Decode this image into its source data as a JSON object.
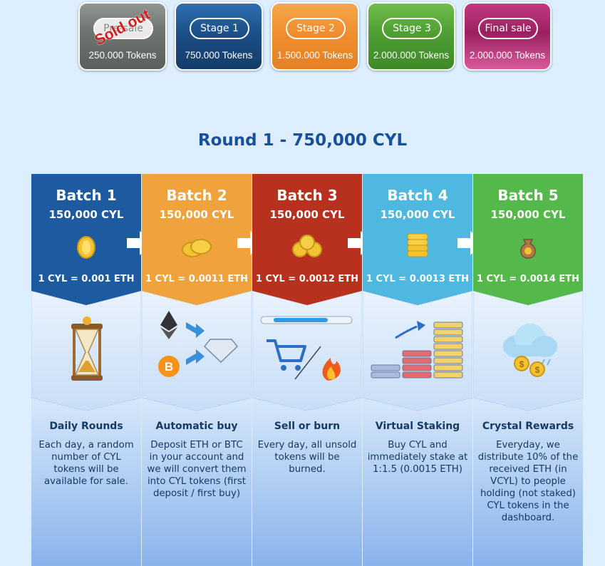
{
  "stages": [
    {
      "label": "Pre-sale",
      "tokens": "250.000 Tokens",
      "badge": "Sold out"
    },
    {
      "label": "Stage 1",
      "tokens": "750.000 Tokens"
    },
    {
      "label": "Stage 2",
      "tokens": "1.500.000 Tokens"
    },
    {
      "label": "Stage 3",
      "tokens": "2.000.000 Tokens"
    },
    {
      "label": "Final sale",
      "tokens": "2.000.000 Tokens"
    }
  ],
  "round": {
    "title": "Round 1 - 750,000 CYL"
  },
  "batches": [
    {
      "title": "Batch 1",
      "amount": "150,000 CYL",
      "price": "1 CYL = 0.001 ETH",
      "feature_title": "Daily Rounds",
      "feature_desc": "Each day, a random number of CYL tokens will be available for sale.",
      "color": "#1d5aa0",
      "icon": "hourglass-icon"
    },
    {
      "title": "Batch 2",
      "amount": "150,000 CYL",
      "price": "1 CYL = 0.0011 ETH",
      "feature_title": "Automatic buy",
      "feature_desc": "Deposit ETH or BTC in your account and we will convert them into CYL tokens (first deposit / first buy)",
      "color": "#f0a33c",
      "icon": "crypto-to-diamond-icon"
    },
    {
      "title": "Batch 3",
      "amount": "150,000 CYL",
      "price": "1 CYL = 0.0012 ETH",
      "feature_title": "Sell or burn",
      "feature_desc": "Every day, all unsold tokens will be burned.",
      "color": "#b8311f",
      "icon": "cart-and-fire-icon"
    },
    {
      "title": "Batch 4",
      "amount": "150,000 CYL",
      "price": "1 CYL = 0.0013 ETH",
      "feature_title": "Virtual Staking",
      "feature_desc": "Buy CYL and immediately stake at 1:1.5 (0.0015 ETH)",
      "color": "#4fb8e0",
      "icon": "stacked-bars-icon"
    },
    {
      "title": "Batch 5",
      "amount": "150,000 CYL",
      "price": "1 CYL = 0.0014 ETH",
      "feature_title": "Crystal Rewards",
      "feature_desc": "Everyday, we distribute 10% of the received ETH (in VCYL) to people holding (not staked) CYL tokens in the dashboard.",
      "color": "#55b84a",
      "icon": "coin-cloud-icon"
    }
  ]
}
